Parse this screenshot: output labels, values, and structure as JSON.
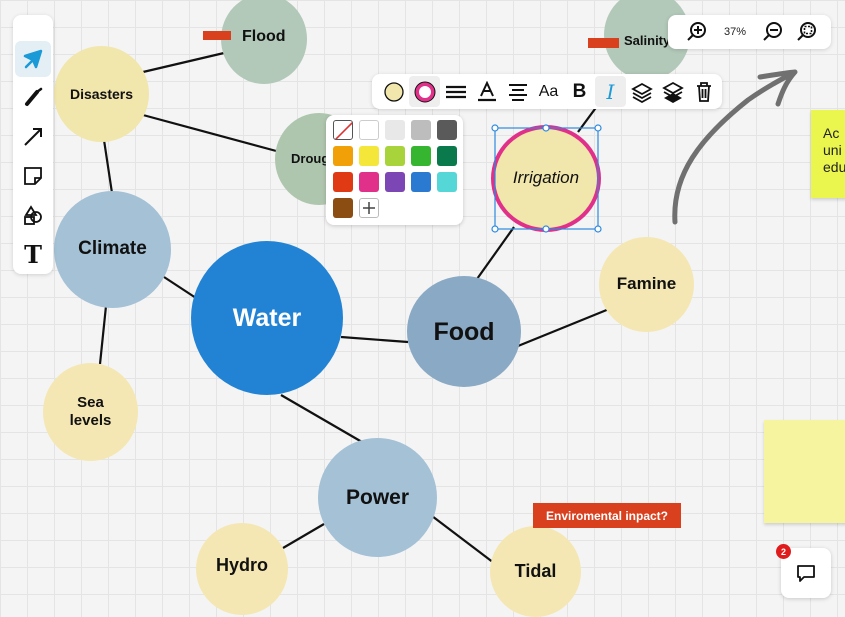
{
  "nodes": {
    "flood": "Flood",
    "salinity": "Salinity",
    "disasters": "Disasters",
    "drought": "Droug",
    "irrigation": "Irrigation",
    "climate": "Climate",
    "water": "Water",
    "food": "Food",
    "famine": "Famine",
    "sea_levels": "Sea levels",
    "power": "Power",
    "hydro": "Hydro",
    "tidal": "Tidal"
  },
  "annotation_label": "Enviromental inpact?",
  "zoom": {
    "level": "37%"
  },
  "sticky_note_right": {
    "lines": [
      "Ac",
      "uni",
      "edu"
    ]
  },
  "notifications": {
    "count": "2"
  },
  "toolbars": {
    "left": [
      "select-tool",
      "pen-tool",
      "line-tool",
      "sticky-note-tool",
      "shapes-tool",
      "text-tool"
    ],
    "shape": [
      "fill-color",
      "border-color",
      "border-style",
      "text-color",
      "align",
      "font-size",
      "bold",
      "italic",
      "bring-forward",
      "send-backward",
      "delete"
    ],
    "font_size_label": "Aa",
    "bold_label": "B",
    "italic_label": "I",
    "text_tool_label": "T"
  },
  "colors": {
    "accent": "#1a9ad6",
    "water": "#2283d4",
    "blue_node": "#a4c1d6",
    "food": "#8aa9c4",
    "yellow_node": "#f4e7b4",
    "green_node": "#b2c8b8",
    "irrigation_border": "#e0308a",
    "tag": "#d9411e",
    "sticky_green": "#eaf54e",
    "sticky_yellow": "#f6f49f",
    "palette": [
      "#ffffff",
      "#e8e8e8",
      "#bdbdbd",
      "#5a5a5a",
      "#000000",
      "#f2a007",
      "#f4e73a",
      "#a8d33a",
      "#36b531",
      "#0a7a4c",
      "#e03a14",
      "#e0308a",
      "#7d46b5",
      "#2a7ad1",
      "#55d7d7",
      "#8b4d12"
    ]
  }
}
